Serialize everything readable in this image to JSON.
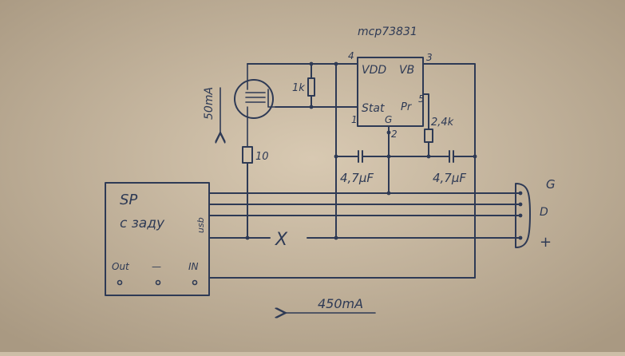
{
  "ic": {
    "part": "mcp73831",
    "vdd": "VDD",
    "vb": "VB",
    "stat": "Stat",
    "prog": "Pr",
    "gnd": "G",
    "pin1": "1",
    "pin2": "2",
    "pin3": "3",
    "pin4": "4",
    "pin5": "5"
  },
  "components": {
    "r_1k": "1k",
    "r_10": "10",
    "r_prog": "2,4k",
    "c1": "4,7μF",
    "c2": "4,7μF"
  },
  "currents": {
    "led_current": "50mA",
    "charge_current": "450mA"
  },
  "module": {
    "name": "SP",
    "subtitle": "с заду",
    "usb": "usb",
    "out": "Out",
    "minus": "—",
    "in": "IN"
  },
  "connector": {
    "g": "G",
    "d": "D",
    "plus": "+"
  },
  "cross": "X"
}
